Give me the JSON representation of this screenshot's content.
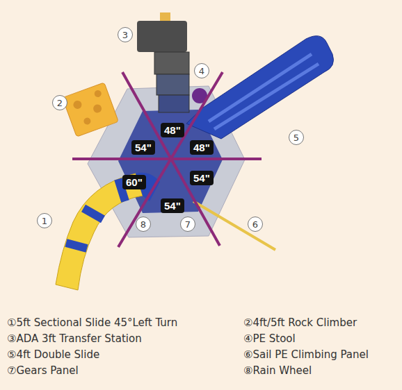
{
  "diagram": {
    "nodes": [
      {
        "text": [
          "3"
        ]
      },
      {
        "text": [
          "4"
        ]
      },
      {
        "text": [
          "2"
        ]
      },
      {
        "text": [
          "48\""
        ]
      },
      {
        "text": [
          "54\""
        ]
      },
      {
        "text": [
          "48\""
        ]
      },
      {
        "text": [
          "5"
        ]
      },
      {
        "text": [
          "60\""
        ]
      },
      {
        "text": [
          "54\""
        ]
      },
      {
        "text": [
          "54\""
        ]
      },
      {
        "text": [
          "1"
        ]
      },
      {
        "text": [
          "8"
        ]
      },
      {
        "text": [
          "7"
        ]
      },
      {
        "text": [
          "6"
        ]
      }
    ],
    "labels": [
      "①5ft Sectional Slide 45°Left Turn",
      "②4ft/5ft Rock Climber",
      "③ADA 3ft Transfer Station",
      "④PE Stool",
      "⑤4ft Double Slide",
      "⑥Sail PE Climbing Panel",
      "⑦Gears Panel",
      "⑧Rain Wheel"
    ]
  }
}
